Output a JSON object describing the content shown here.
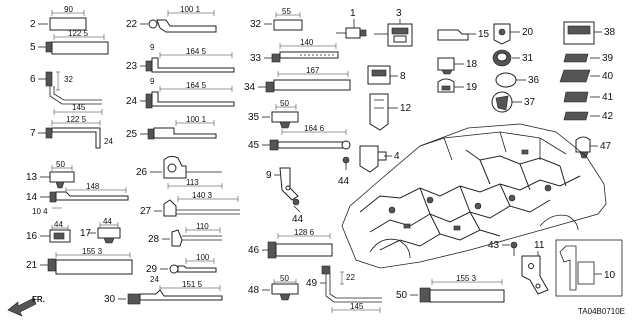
{
  "diagram": {
    "code": "TA04B0710E",
    "direction_label": "FR.",
    "callouts": {
      "c1": "1",
      "c2": "2",
      "c3": "3",
      "c4": "4",
      "c5": "5",
      "c6": "6",
      "c7": "7",
      "c8": "8",
      "c9": "9",
      "c10": "10",
      "c11": "11",
      "c12": "12",
      "c13": "13",
      "c14": "14",
      "c15": "15",
      "c16": "16",
      "c17": "17",
      "c18": "18",
      "c19": "19",
      "c20": "20",
      "c21": "21",
      "c22": "22",
      "c23": "23",
      "c24": "24",
      "c25": "25",
      "c26": "26",
      "c27": "27",
      "c28": "28",
      "c29": "29",
      "c30": "30",
      "c31": "31",
      "c32": "32",
      "c33": "33",
      "c34": "34",
      "c35": "35",
      "c36": "36",
      "c37": "37",
      "c38": "38",
      "c39": "39",
      "c40": "40",
      "c41": "41",
      "c42": "42",
      "c43": "43",
      "c44a": "44",
      "c44b": "44",
      "c45": "45",
      "c46": "46",
      "c47": "47",
      "c48": "48",
      "c49": "49",
      "c50": "50"
    },
    "dims": {
      "d2": "90",
      "d5": "122 5",
      "d6a": "32",
      "d6b": "145",
      "d7a": "122 5",
      "d7b": "24",
      "d13": "50",
      "d14a": "148",
      "d14b": "10 4",
      "d16": "44",
      "d17": "44",
      "d21": "155 3",
      "d22": "100 1",
      "d23a": "9",
      "d23b": "164 5",
      "d24a": "9",
      "d24b": "164 5",
      "d25": "100 1",
      "d26": "113",
      "d27": "140 3",
      "d28": "110",
      "d29a": "100",
      "d29b": "24",
      "d30": "151 5",
      "d32": "55",
      "d33": "140",
      "d34": "167",
      "d35": "50",
      "d45": "164 6",
      "d46": "128 6",
      "d48": "50",
      "d49a": "22",
      "d49b": "145",
      "d50": "155 3"
    }
  }
}
